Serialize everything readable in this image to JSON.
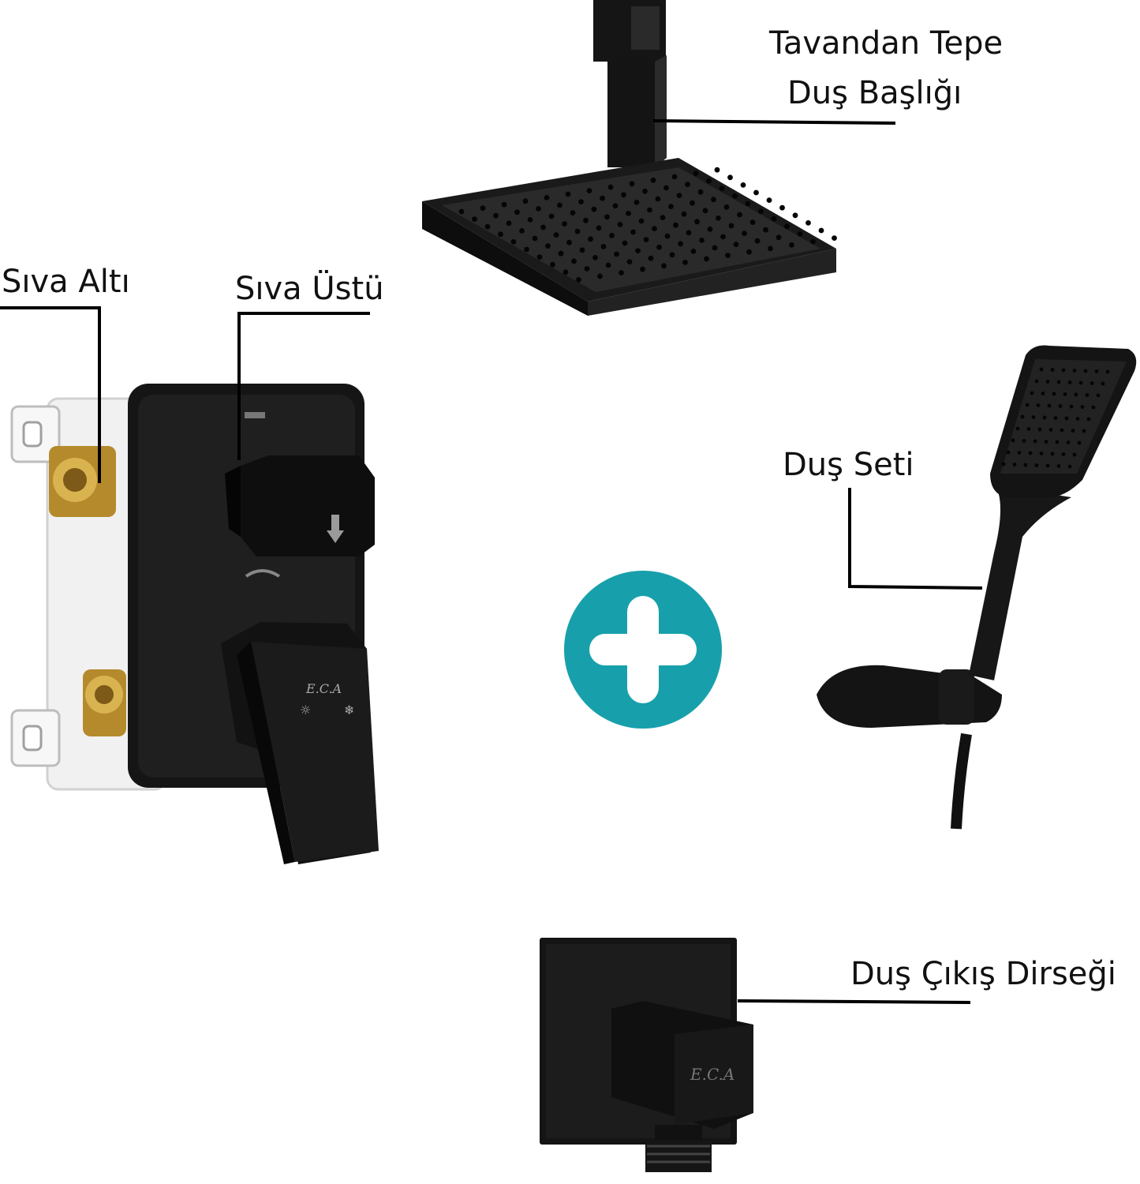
{
  "labels": {
    "ceiling_head_line1": "Tavandan Tepe",
    "ceiling_head_line2": "Duş Başlığı",
    "concealed_body": "Sıva Altı",
    "exposed_part": "Sıva Üstü",
    "shower_set": "Duş Seti",
    "wall_outlet": "Duş Çıkış Dirseği"
  },
  "brand_marks": {
    "mixer": "E.C.A",
    "outlet": "E.C.A"
  },
  "colors": {
    "product": "#111111",
    "brass": "#c9a03a",
    "housing": "#f1f1f1",
    "plus_circle": "#17a0ab",
    "leader_lines": "#000000"
  },
  "icons": {
    "connector": "plus-icon"
  }
}
